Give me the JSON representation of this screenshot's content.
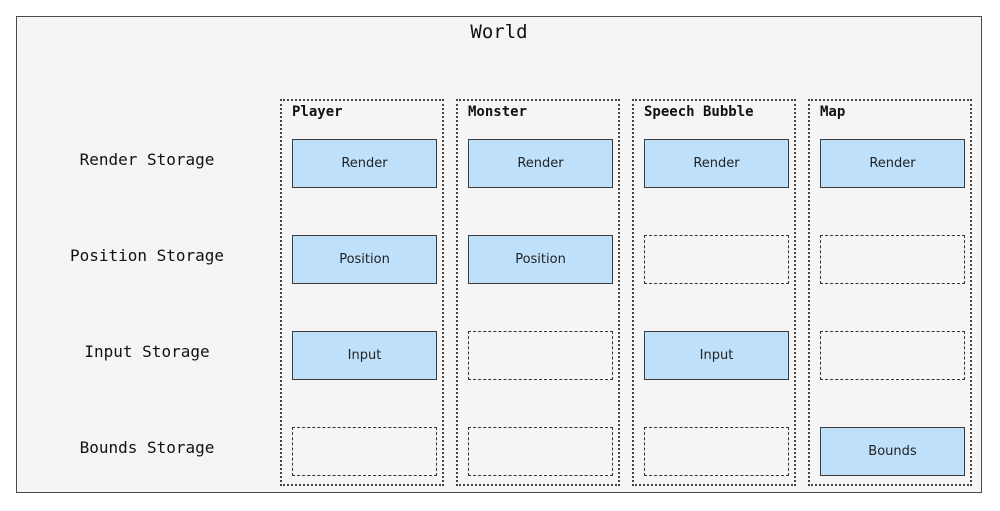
{
  "world": {
    "title": "World"
  },
  "rows": [
    {
      "label": "Render Storage"
    },
    {
      "label": "Position Storage"
    },
    {
      "label": "Input Storage"
    },
    {
      "label": "Bounds Storage"
    }
  ],
  "entities": [
    {
      "name": "Player",
      "components": [
        "Render",
        "Position",
        "Input",
        ""
      ]
    },
    {
      "name": "Monster",
      "components": [
        "Render",
        "Position",
        "",
        ""
      ]
    },
    {
      "name": "Speech Bubble",
      "components": [
        "Render",
        "",
        "Input",
        ""
      ]
    },
    {
      "name": "Map",
      "components": [
        "Render",
        "",
        "",
        "Bounds"
      ]
    }
  ],
  "colors": {
    "component_fill": "#bfe0fb",
    "world_background": "#f5f5f5"
  }
}
